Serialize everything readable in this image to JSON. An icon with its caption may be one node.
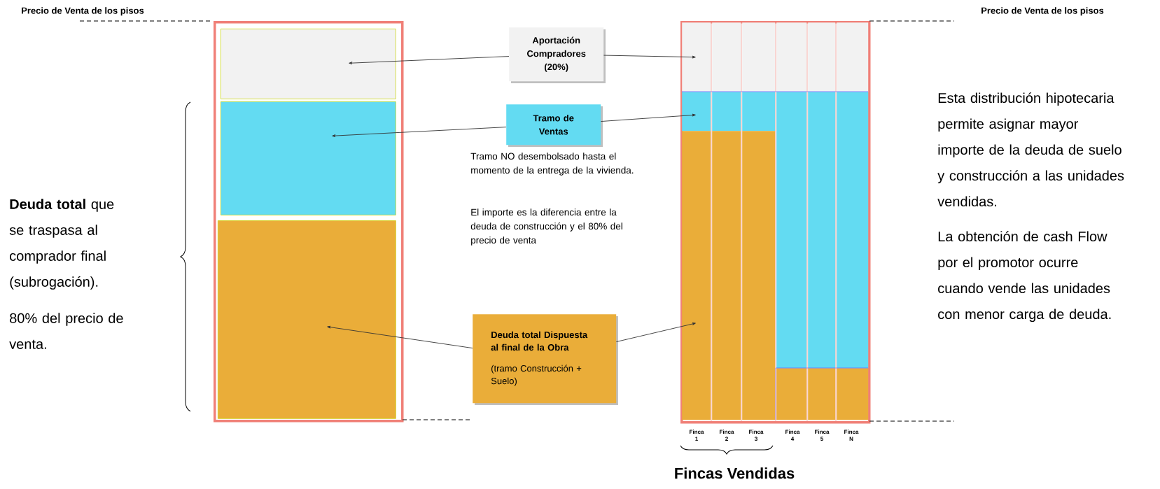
{
  "diagram": {
    "nodes": [
      {
        "text": [],
        "shape": "box"
      },
      {
        "text": [],
        "shape": "box",
        "in": 0
      },
      {
        "text": [],
        "shape": "box",
        "in": 0
      },
      {
        "text": [],
        "shape": "box",
        "in": 0
      },
      {
        "text": [
          "Aportación Compradores (20%)"
        ]
      },
      {
        "text": [
          "Tramo de Ventas"
        ],
        "beside": [
          "Tramo NO desembolsado hasta el momento de la entrega de la vivienda.",
          "El importe es la diferencia entre la deuda de construcción y el 80% del precio de venta"
        ]
      },
      {
        "text": [
          "Deuda total Dispuesta al final de la Obra",
          "(tramo Construcción + Suelo)"
        ]
      },
      {
        "text": [],
        "shape": "box"
      },
      {
        "text": [],
        "shape": "box",
        "in": 7
      },
      {
        "text": [],
        "shape": "box",
        "in": 7
      },
      {
        "text": [],
        "shape": "box",
        "in": 7
      },
      {
        "text": [],
        "shape": "box",
        "in": 7
      },
      {
        "text": [],
        "shape": "box",
        "in": 7
      },
      {
        "text": [],
        "shape": "box",
        "in": 7
      },
      {
        "text": [],
        "shape": "box",
        "in": 7
      },
      {
        "text": [],
        "shape": "box",
        "in": 7
      },
      {
        "text": [],
        "shape": "box",
        "in": 7
      },
      {
        "text": [],
        "shape": "box",
        "in": 7
      },
      {
        "text": [],
        "shape": "box",
        "in": 7
      },
      {
        "text": [],
        "shape": "box",
        "in": 7
      },
      {
        "text": [],
        "shape": "box",
        "in": 7
      },
      {
        "text": [],
        "shape": "box",
        "in": 7
      },
      {
        "text": [],
        "shape": "box",
        "in": 7
      },
      {
        "text": [],
        "shape": "box",
        "in": 7
      },
      {
        "text": [],
        "shape": "box",
        "in": 7
      },
      {
        "text": [],
        "shape": "box",
        "in": 7
      }
    ],
    "edges": [
      {
        "from": 4,
        "to": 1,
        "arrow": "to"
      },
      {
        "from": 4,
        "to": 8,
        "arrow": "to"
      },
      {
        "from": 5,
        "to": 2,
        "arrow": "to"
      },
      {
        "from": 5,
        "to": 9,
        "arrow": "to"
      },
      {
        "from": 6,
        "to": 3,
        "arrow": "to"
      },
      {
        "from": 6,
        "to": 10,
        "arrow": "to"
      }
    ],
    "labels": [
      "Precio de Venta de los pisos",
      "Precio de Venta de los pisos",
      "**Deuda total** que se traspasa al comprador final (subrogación).",
      "80% del precio de venta.",
      "Esta distribución hipotecaria permite asignar mayor importe de la deuda de suelo y construcción a las unidades vendidas.",
      "La obtención de cash Flow por el promotor ocurre cuando vende las unidades con menor carga de deuda.",
      "Finca 1",
      "Finca 2",
      "Finca 3",
      "Finca 4",
      "Finca 5",
      "Finca N",
      "Fincas Vendidas"
    ]
  }
}
